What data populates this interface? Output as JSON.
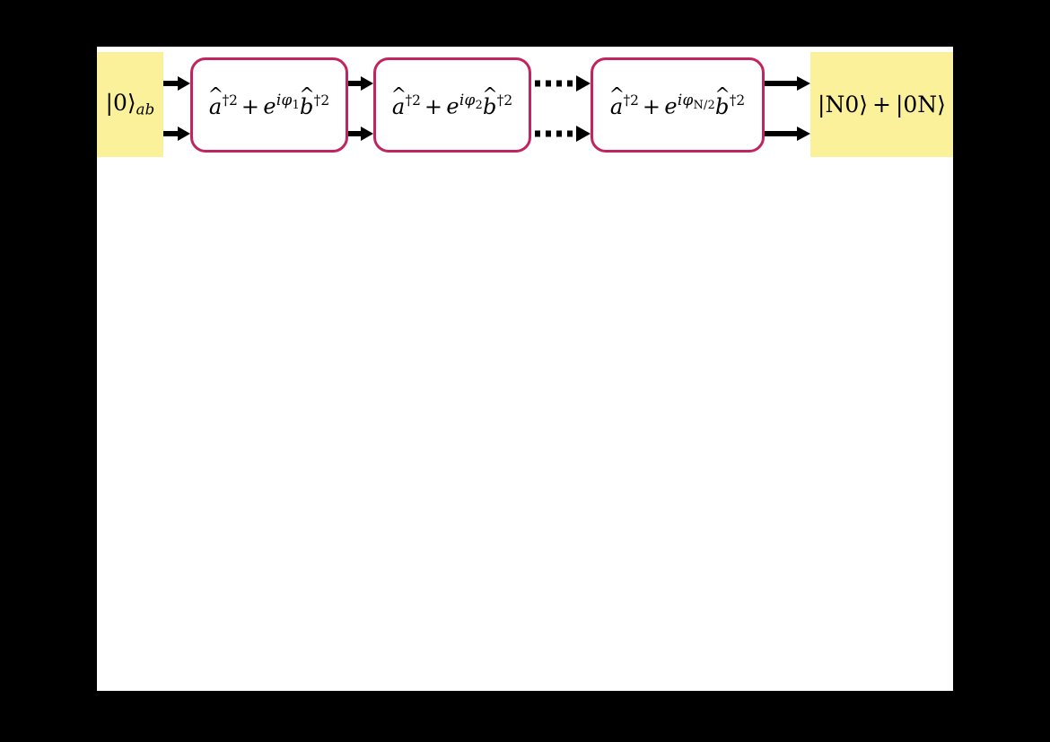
{
  "figure": {
    "type": "quantum-circuit-diagram",
    "background_color": "#000000",
    "canvas_color": "#ffffff",
    "accent_color": "#c2245f",
    "highlight_color": "#faf19a",
    "input": {
      "name": "input-state",
      "ket": "|0⟩",
      "subscript": "ab",
      "full_label": "|0⟩ab"
    },
    "output": {
      "name": "output-state",
      "term_1": "|N0⟩",
      "operator": "+",
      "term_2": "|0N⟩",
      "full_label": "|N0⟩ + |0N⟩"
    },
    "stages": [
      {
        "name": "stage-1",
        "op_a": "a",
        "op_a_sup": "†2",
        "plus": "+",
        "exp_base": "e",
        "exp_arg": "iφ",
        "exp_index": "1",
        "op_b": "b",
        "op_b_sup": "†2",
        "formula": "â†2 + e^{iφ₁} b̂†2"
      },
      {
        "name": "stage-2",
        "op_a": "a",
        "op_a_sup": "†2",
        "plus": "+",
        "exp_base": "e",
        "exp_arg": "iφ",
        "exp_index": "2",
        "op_b": "b",
        "op_b_sup": "†2",
        "formula": "â†2 + e^{iφ₂} b̂†2"
      },
      {
        "name": "stage-n",
        "op_a": "a",
        "op_a_sup": "†2",
        "plus": "+",
        "exp_base": "e",
        "exp_arg": "iφ",
        "exp_index": "N/2",
        "op_b": "b",
        "op_b_sup": "†2",
        "formula": "â†2 + e^{iφ_{N/2}} b̂†2"
      }
    ],
    "connectors": [
      {
        "name": "connector-input-to-stage-1",
        "style": "solid",
        "mode_count": 2
      },
      {
        "name": "connector-stage-1-to-stage-2",
        "style": "solid",
        "mode_count": 2
      },
      {
        "name": "connector-stage-2-to-stage-n",
        "style": "dotted",
        "mode_count": 2
      },
      {
        "name": "connector-stage-n-to-output",
        "style": "solid",
        "mode_count": 2
      }
    ]
  }
}
